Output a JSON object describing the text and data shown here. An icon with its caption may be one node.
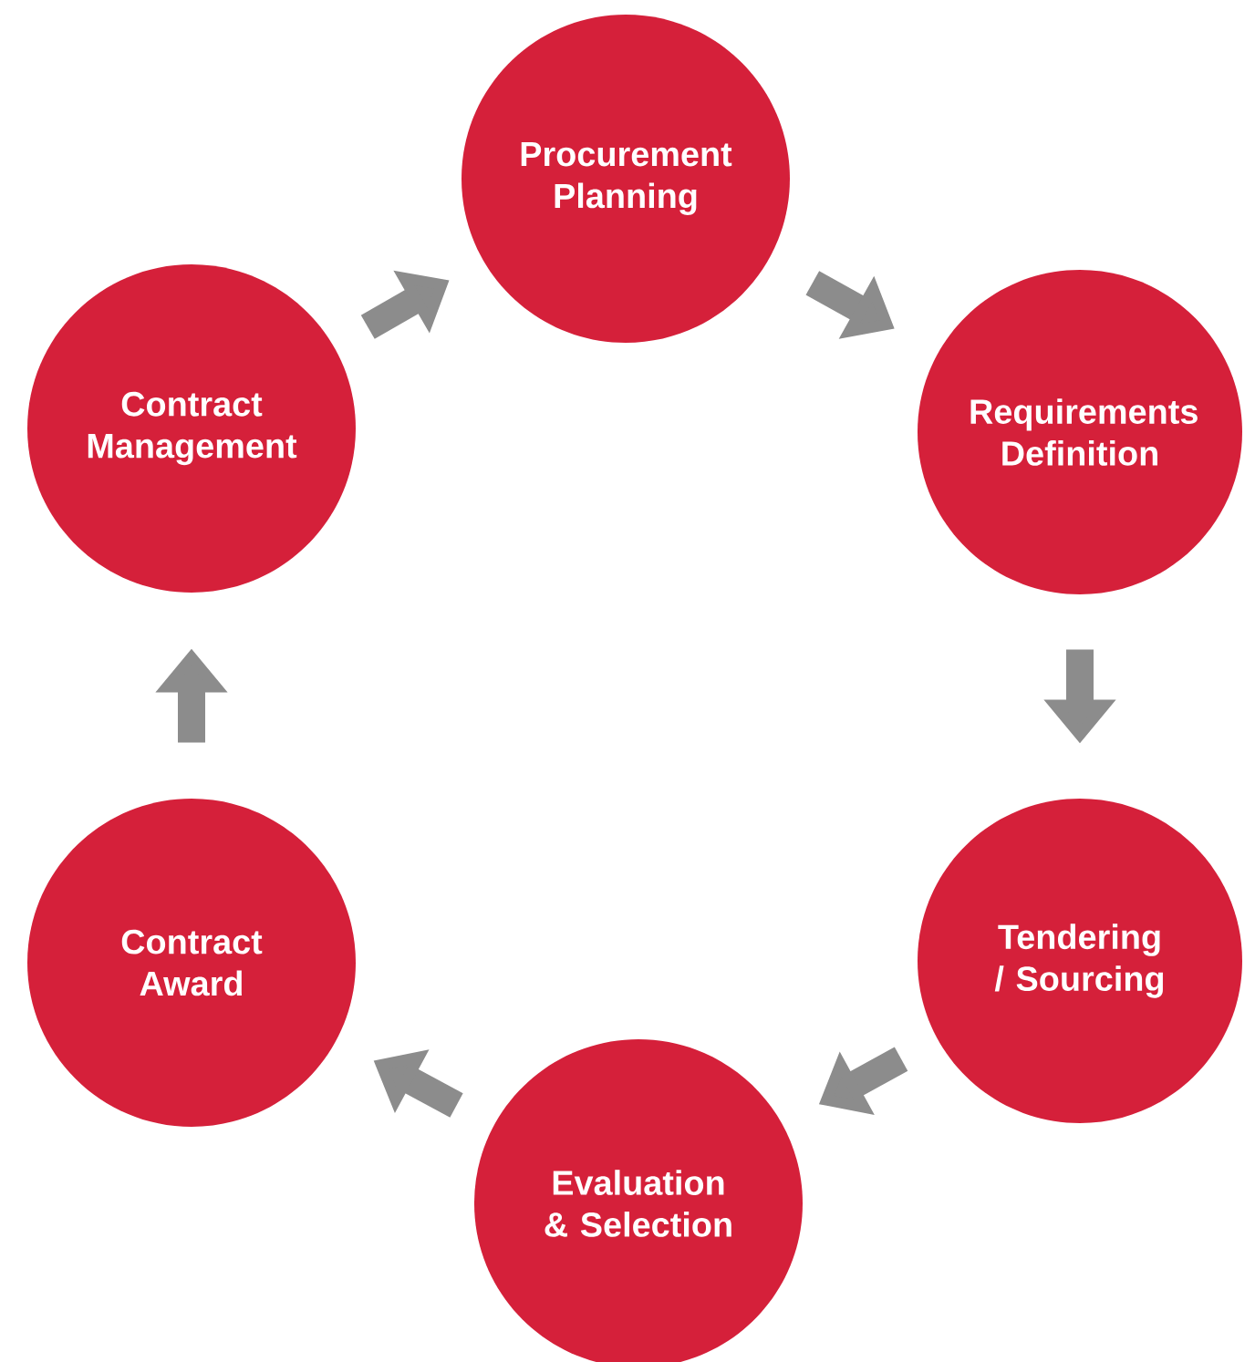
{
  "diagram": {
    "nodes": [
      {
        "text": [
          "Procurement Planning"
        ]
      },
      {
        "text": [
          "Requirements Definition"
        ]
      },
      {
        "text": [
          "Tendering / Sourcing"
        ]
      },
      {
        "text": [
          "Evaluation & Selection"
        ]
      },
      {
        "text": [
          "Contract Award"
        ]
      },
      {
        "text": [
          "Contract Management"
        ]
      }
    ],
    "edges": [
      {
        "from": 0,
        "to": 1,
        "arrow": "to"
      },
      {
        "from": 1,
        "to": 2,
        "arrow": "to"
      },
      {
        "from": 2,
        "to": 3,
        "arrow": "to"
      },
      {
        "from": 3,
        "to": 4,
        "arrow": "to"
      },
      {
        "from": 4,
        "to": 5,
        "arrow": "to"
      },
      {
        "from": 5,
        "to": 0,
        "arrow": "to"
      }
    ]
  }
}
